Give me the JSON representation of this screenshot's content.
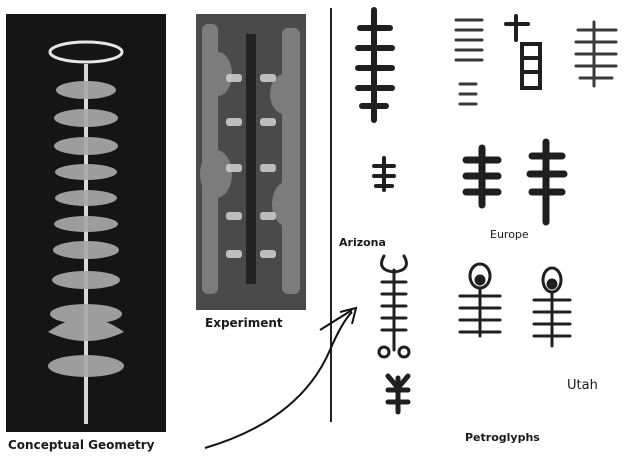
{
  "captions": {
    "conceptual_geometry": "Conceptual Geometry",
    "experiment": "Experiment",
    "arizona": "Arizona",
    "europe": "Europe",
    "utah": "Utah",
    "petroglyphs": "Petroglyphs"
  },
  "colors": {
    "geometry_background": "#151515",
    "geometry_disk": "#b8b8b8",
    "experiment_background": "#3a3a3a",
    "glyph_ink": "#1f1f1f",
    "divider": "#222222"
  }
}
